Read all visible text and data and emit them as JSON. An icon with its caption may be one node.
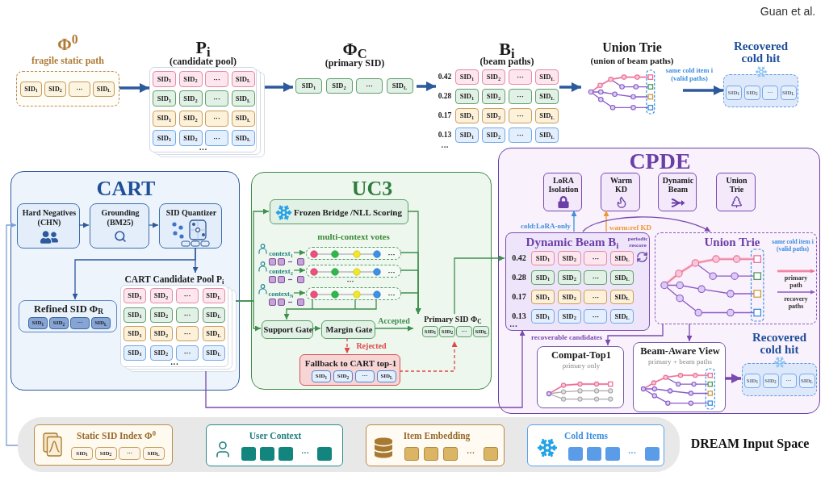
{
  "diagram": {
    "nodes": [
      {
        "text": [
          "Φ$^{0}$",
          "fragile static path"
        ]
      },
      {
        "text": [
          "SID$_{1}$"
        ],
        "in": 0
      },
      {
        "text": [
          "SID$_{2}$"
        ],
        "in": 0
      },
      {
        "text": [
          "···"
        ],
        "in": 0
      },
      {
        "text": [
          "SID$_{L}$"
        ],
        "in": 0
      },
      {
        "text": [
          "P$_{i}$",
          "(candidate pool)",
          "···"
        ]
      },
      {
        "text": [
          "SID$_{1}$"
        ],
        "in": 5
      },
      {
        "text": [
          "SID$_{2}$"
        ],
        "in": 5
      },
      {
        "text": [
          "···"
        ],
        "in": 5
      },
      {
        "text": [
          "SID$_{L}$"
        ],
        "in": 5
      },
      {
        "text": [
          "SID$_{1}$"
        ],
        "in": 5
      },
      {
        "text": [
          "SID$_{2}$"
        ],
        "in": 5
      },
      {
        "text": [
          "···"
        ],
        "in": 5
      },
      {
        "text": [
          "SID$_{L}$"
        ],
        "in": 5
      },
      {
        "text": [
          "SID$_{1}$"
        ],
        "in": 5
      },
      {
        "text": [
          "SID$_{2}$"
        ],
        "in": 5
      },
      {
        "text": [
          "···"
        ],
        "in": 5
      },
      {
        "text": [
          "SID$_{L}$"
        ],
        "in": 5
      },
      {
        "text": [
          "SID$_{1}$"
        ],
        "in": 5
      },
      {
        "text": [
          "SID$_{2}$"
        ],
        "in": 5
      },
      {
        "text": [
          "···"
        ],
        "in": 5
      },
      {
        "text": [
          "SID$_{L}$"
        ],
        "in": 5
      },
      {
        "text": [
          "Φ$_{C}$",
          "(primary SID)"
        ]
      },
      {
        "text": [
          "SID$_{1}$"
        ],
        "in": 22
      },
      {
        "text": [
          "SID$_{2}$"
        ],
        "in": 22
      },
      {
        "text": [
          "···"
        ],
        "in": 22
      },
      {
        "text": [
          "SID$_{L}$"
        ],
        "in": 22
      },
      {
        "text": [
          "B$_{i}$",
          "(beam paths)",
          "0.42",
          "0.28",
          "0.17",
          "0.13",
          "···"
        ]
      },
      {
        "text": [
          "SID$_{1}$"
        ],
        "in": 27
      },
      {
        "text": [
          "SID$_{2}$"
        ],
        "in": 27
      },
      {
        "text": [
          "···"
        ],
        "in": 27
      },
      {
        "text": [
          "SID$_{L}$"
        ],
        "in": 27
      },
      {
        "text": [
          "SID$_{1}$"
        ],
        "in": 27
      },
      {
        "text": [
          "SID$_{2}$"
        ],
        "in": 27
      },
      {
        "text": [
          "···"
        ],
        "in": 27
      },
      {
        "text": [
          "SID$_{L}$"
        ],
        "in": 27
      },
      {
        "text": [
          "SID$_{1}$"
        ],
        "in": 27
      },
      {
        "text": [
          "SID$_{2}$"
        ],
        "in": 27
      },
      {
        "text": [
          "···"
        ],
        "in": 27
      },
      {
        "text": [
          "SID$_{L}$"
        ],
        "in": 27
      },
      {
        "text": [
          "SID$_{1}$"
        ],
        "in": 27
      },
      {
        "text": [
          "SID$_{2}$"
        ],
        "in": 27
      },
      {
        "text": [
          "···"
        ],
        "in": 27
      },
      {
        "text": [
          "SID$_{L}$"
        ],
        "in": 27
      },
      {
        "text": [
          "Union Trie",
          "(union of beam paths)"
        ],
        "beside": [
          "same cold item i (valid paths)"
        ]
      },
      {
        "text": [
          "Recovered cold hit"
        ]
      },
      {
        "text": [
          "SID$_{1}$"
        ],
        "in": 45
      },
      {
        "text": [
          "SID$_{2}$"
        ],
        "in": 45
      },
      {
        "text": [
          "···"
        ],
        "in": 45
      },
      {
        "text": [
          "SID$_{L}$"
        ],
        "in": 45
      },
      {
        "text": [
          "CART"
        ]
      },
      {
        "text": [
          "Hard Negatives (CHN)"
        ],
        "in": 50
      },
      {
        "text": [
          "Grounding (BM25)"
        ],
        "in": 50
      },
      {
        "text": [
          "SID Quantizer"
        ],
        "in": 50
      },
      {
        "text": [
          "Refined SID Φ$_{R}$"
        ],
        "in": 50
      },
      {
        "text": [
          "SID$_{1}$"
        ],
        "in": 54
      },
      {
        "text": [
          "SID$_{2}$"
        ],
        "in": 54
      },
      {
        "text": [
          "···"
        ],
        "in": 54
      },
      {
        "text": [
          "SID$_{L}$"
        ],
        "in": 54
      },
      {
        "text": [
          "CART Candidate Pool P$_{i}$",
          "···"
        ],
        "in": 50
      },
      {
        "text": [
          "SID$_{1}$"
        ],
        "in": 59
      },
      {
        "text": [
          "SID$_{2}$"
        ],
        "in": 59
      },
      {
        "text": [
          "···"
        ],
        "in": 59
      },
      {
        "text": [
          "SID$_{L}$"
        ],
        "in": 59
      },
      {
        "text": [
          "SID$_{1}$"
        ],
        "in": 59
      },
      {
        "text": [
          "SID$_{2}$"
        ],
        "in": 59
      },
      {
        "text": [
          "···"
        ],
        "in": 59
      },
      {
        "text": [
          "SID$_{L}$"
        ],
        "in": 59
      },
      {
        "text": [
          "SID$_{1}$"
        ],
        "in": 59
      },
      {
        "text": [
          "SID$_{2}$"
        ],
        "in": 59
      },
      {
        "text": [
          "···"
        ],
        "in": 59
      },
      {
        "text": [
          "SID$_{L}$"
        ],
        "in": 59
      },
      {
        "text": [
          "SID$_{1}$"
        ],
        "in": 59
      },
      {
        "text": [
          "SID$_{2}$"
        ],
        "in": 59
      },
      {
        "text": [
          "···"
        ],
        "in": 59
      },
      {
        "text": [
          "SID$_{L}$"
        ],
        "in": 59
      },
      {
        "text": [
          "UC3"
        ]
      },
      {
        "text": [
          "Frozen Bridge /NLL Scoring"
        ],
        "in": 76
      },
      {
        "text": [
          "context$_{1}$"
        ],
        "in": 76
      },
      {
        "text": [
          "···"
        ],
        "in": 76
      },
      {
        "text": [
          "context$_{2}$"
        ],
        "in": 76
      },
      {
        "text": [
          "···"
        ],
        "in": 76
      },
      {
        "text": [
          "context$_{N}$"
        ],
        "in": 76
      },
      {
        "text": [
          "···"
        ],
        "in": 76
      },
      {
        "text": [
          "Support Gate"
        ],
        "in": 76
      },
      {
        "text": [
          "Margin Gate"
        ],
        "in": 76
      },
      {
        "text": [
          "Primary SID Φ$_{C}$"
        ],
        "in": 76
      },
      {
        "text": [
          "SID$_{1}$"
        ],
        "in": 86
      },
      {
        "text": [
          "SID$_{2}$"
        ],
        "in": 86
      },
      {
        "text": [
          "···"
        ],
        "in": 86
      },
      {
        "text": [
          "SID$_{L}$"
        ],
        "in": 86
      },
      {
        "text": [
          "Fallback to CART top-1"
        ],
        "in": 76
      },
      {
        "text": [
          "SID$_{1}$"
        ],
        "in": 91
      },
      {
        "text": [
          "SID$_{2}$"
        ],
        "in": 91
      },
      {
        "text": [
          "···"
        ],
        "in": 91
      },
      {
        "text": [
          "SID$_{L}$"
        ],
        "in": 91
      },
      {
        "text": [
          "CPDE"
        ]
      },
      {
        "text": [
          "LoRA Isolation"
        ],
        "in": 96
      },
      {
        "text": [
          "Warm KD"
        ],
        "in": 96
      },
      {
        "text": [
          "Dynamic Beam"
        ],
        "in": 96
      },
      {
        "text": [
          "Union Trie"
        ],
        "in": 96
      },
      {
        "text": [
          "Dynamic Beam B$_{i}$",
          "periodic rescore",
          "0.42",
          "0.28",
          "0.17",
          "0.13",
          "···"
        ],
        "in": 96
      },
      {
        "text": [
          "SID$_{1}$"
        ],
        "in": 101
      },
      {
        "text": [
          "SID$_{2}$"
        ],
        "in": 101
      },
      {
        "text": [
          "···"
        ],
        "in": 101
      },
      {
        "text": [
          "SID$_{L}$"
        ],
        "in": 101
      },
      {
        "text": [
          "SID$_{1}$"
        ],
        "in": 101
      },
      {
        "text": [
          "SID$_{2}$"
        ],
        "in": 101
      },
      {
        "text": [
          "···"
        ],
        "in": 101
      },
      {
        "text": [
          "SID$_{L}$"
        ],
        "in": 101
      },
      {
        "text": [
          "SID$_{1}$"
        ],
        "in": 101
      },
      {
        "text": [
          "SID$_{2}$"
        ],
        "in": 101
      },
      {
        "text": [
          "···"
        ],
        "in": 101
      },
      {
        "text": [
          "SID$_{L}$"
        ],
        "in": 101
      },
      {
        "text": [
          "SID$_{1}$"
        ],
        "in": 101
      },
      {
        "text": [
          "SID$_{2}$"
        ],
        "in": 101
      },
      {
        "text": [
          "···"
        ],
        "in": 101
      },
      {
        "text": [
          "SID$_{L}$"
        ],
        "in": 101
      },
      {
        "text": [
          "Union Trie",
          "same cold item i (valid paths)"
        ],
        "in": 96
      },
      {
        "text": [
          "Compat-Top1",
          "primary only"
        ],
        "in": 96
      },
      {
        "text": [
          "Beam-Aware View",
          "primary + beam paths"
        ],
        "in": 96
      },
      {
        "text": [
          "Recovered cold hit"
        ],
        "in": 96
      },
      {
        "text": [
          "SID$_{1}$"
        ],
        "in": 121
      },
      {
        "text": [
          "SID$_{2}$"
        ],
        "in": 121
      },
      {
        "text": [
          "···"
        ],
        "in": 121
      },
      {
        "text": [
          "SID$_{L}$"
        ],
        "in": 121
      },
      {
        "text": [
          "DREAM Input Space"
        ]
      },
      {
        "text": [
          "Static SID Index Φ$^{0}$"
        ],
        "in": 126
      },
      {
        "text": [
          "SID$_{1}$"
        ],
        "in": 127
      },
      {
        "text": [
          "SID$_{2}$"
        ],
        "in": 127
      },
      {
        "text": [
          "···"
        ],
        "in": 127
      },
      {
        "text": [
          "SID$_{L}$"
        ],
        "in": 127
      },
      {
        "text": [
          "User Context",
          "···"
        ],
        "in": 126
      },
      {
        "text": [
          "Item Embedding",
          "···"
        ],
        "in": 126
      },
      {
        "text": [
          "Cold Items",
          "···"
        ],
        "in": 126
      }
    ],
    "edges": [
      {
        "from": 0,
        "to": 5,
        "arrow": "to",
        "style": "thick"
      },
      {
        "from": 5,
        "to": 22,
        "arrow": "to",
        "style": "thick"
      },
      {
        "from": 22,
        "to": 27,
        "arrow": "to",
        "style": "thick"
      },
      {
        "from": 27,
        "to": 44,
        "arrow": "to",
        "style": "thick"
      },
      {
        "from": 44,
        "to": 45,
        "arrow": "to",
        "style": "thick"
      },
      {
        "from": 126,
        "to": 51,
        "arrow": "to",
        "color": "#7a9fd6"
      },
      {
        "from": 51,
        "to": 52,
        "arrow": "to"
      },
      {
        "from": 52,
        "to": 53,
        "arrow": "to"
      },
      {
        "from": 53,
        "to": 59,
        "arrow": "to"
      },
      {
        "from": 53,
        "to": 54,
        "arrow": "to"
      },
      {
        "from": 59,
        "to": 77,
        "arrow": "to",
        "color": "#3f8f4f"
      },
      {
        "from": 59,
        "to": 84,
        "arrow": "to",
        "color": "#3f8f4f"
      },
      {
        "from": 78,
        "to": 79,
        "arrow": "to",
        "color": "#3f8f4f"
      },
      {
        "from": 80,
        "to": 81,
        "arrow": "to",
        "color": "#3f8f4f"
      },
      {
        "from": 82,
        "to": 83,
        "arrow": "to",
        "color": "#3f8f4f"
      },
      {
        "from": 83,
        "to": 84,
        "arrow": "to",
        "color": "#3f8f4f"
      },
      {
        "from": 77,
        "to": 86,
        "arrow": "to",
        "color": "#3f8f4f"
      },
      {
        "from": 79,
        "to": 86,
        "arrow": "to",
        "color": "#3f8f4f"
      },
      {
        "from": 81,
        "to": 86,
        "arrow": "to",
        "color": "#3f8f4f"
      },
      {
        "from": 83,
        "to": 86,
        "arrow": "to",
        "color": "#3f8f4f"
      },
      {
        "from": 84,
        "to": 85,
        "arrow": "to",
        "color": "#3f8f4f"
      },
      {
        "from": 85,
        "to": 86,
        "arrow": "to",
        "label": "Accepted",
        "color": "#3f8f4f"
      },
      {
        "from": 85,
        "to": 91,
        "arrow": "to",
        "label": "Rejected",
        "style": "dashed",
        "color": "#e04848"
      },
      {
        "from": 91,
        "to": 86,
        "arrow": "to",
        "style": "dashed",
        "color": "#e04848"
      },
      {
        "from": 86,
        "to": 101,
        "arrow": "to",
        "color": "#3f8f4f"
      },
      {
        "from": 59,
        "to": 101,
        "arrow": "to",
        "label": "recoverable candidates",
        "color": "#7a4ab0"
      },
      {
        "from": 101,
        "to": 97,
        "arrow": "to",
        "label": "cold:LoRA-only",
        "color": "#3a90dd"
      },
      {
        "from": 101,
        "to": 98,
        "arrow": "to",
        "label": "warm:ref KD",
        "color": "#f0962e"
      },
      {
        "from": 101,
        "to": 118,
        "arrow": "to",
        "color": "#7a4ab0"
      },
      {
        "from": 118,
        "to": 119,
        "arrow": "to",
        "color": "#7a4ab0"
      },
      {
        "from": 118,
        "to": 120,
        "arrow": "to",
        "color": "#7a4ab0"
      },
      {
        "from": 120,
        "to": 121,
        "arrow": "to",
        "style": "thick",
        "color": "#7a4ab0"
      }
    ],
    "labels": [
      "Guan et al.",
      "multi-context votes",
      "···"
    ],
    "legend": [
      {
        "text": "primary path"
      },
      {
        "text": "recovery paths"
      }
    ]
  }
}
